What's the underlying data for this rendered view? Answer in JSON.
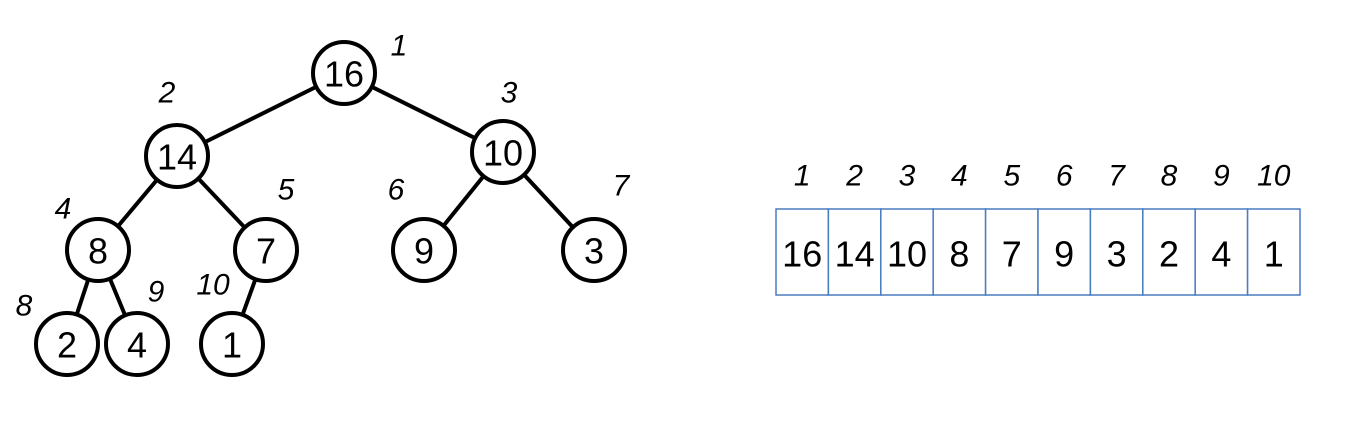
{
  "tree": {
    "nodes": [
      {
        "index": "1",
        "value": "16"
      },
      {
        "index": "2",
        "value": "14"
      },
      {
        "index": "3",
        "value": "10"
      },
      {
        "index": "4",
        "value": "8"
      },
      {
        "index": "5",
        "value": "7"
      },
      {
        "index": "6",
        "value": "9"
      },
      {
        "index": "7",
        "value": "3"
      },
      {
        "index": "8",
        "value": "2"
      },
      {
        "index": "9",
        "value": "4"
      },
      {
        "index": "10",
        "value": "1"
      }
    ],
    "edges": [
      [
        "1",
        "2"
      ],
      [
        "1",
        "3"
      ],
      [
        "2",
        "4"
      ],
      [
        "2",
        "5"
      ],
      [
        "3",
        "6"
      ],
      [
        "3",
        "7"
      ],
      [
        "4",
        "8"
      ],
      [
        "4",
        "9"
      ],
      [
        "5",
        "10"
      ]
    ]
  },
  "array": {
    "cells": [
      {
        "index": "1",
        "value": "16"
      },
      {
        "index": "2",
        "value": "14"
      },
      {
        "index": "3",
        "value": "10"
      },
      {
        "index": "4",
        "value": "8"
      },
      {
        "index": "5",
        "value": "7"
      },
      {
        "index": "6",
        "value": "9"
      },
      {
        "index": "7",
        "value": "3"
      },
      {
        "index": "8",
        "value": "2"
      },
      {
        "index": "9",
        "value": "4"
      },
      {
        "index": "10",
        "value": "1"
      }
    ]
  }
}
